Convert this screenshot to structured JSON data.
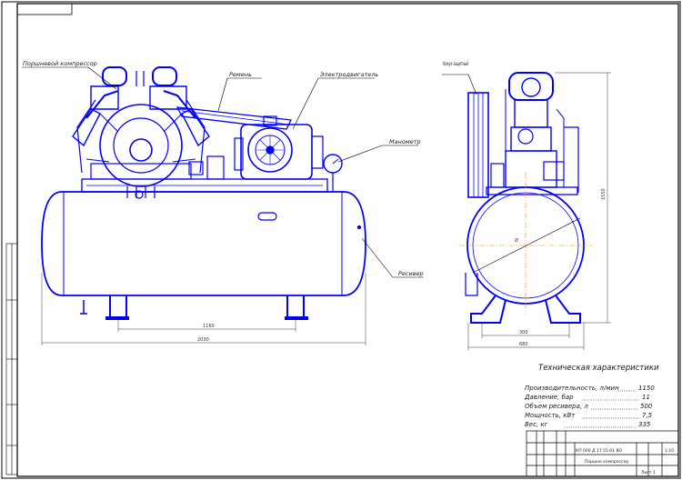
{
  "callouts": {
    "piston_compressor": "Поршневой компрессор",
    "belt": "Ремень",
    "electric_motor": "Электродвигатель",
    "manometer": "Манометр",
    "receiver": "Ресивер",
    "guard_casing": "Кожух защитный"
  },
  "dimensions": {
    "front_support_span": "1160",
    "front_total_length": "2030",
    "side_support_span": "300",
    "side_total_width": "680",
    "side_height": "1550",
    "receiver_diameter": "Ø"
  },
  "specs": {
    "title": "Техническая характеристики",
    "rows": [
      {
        "label": "Производительность, л/мин",
        "value": "1150"
      },
      {
        "label": "Давление, бар",
        "value": "11"
      },
      {
        "label": "Объем ресивера, л",
        "value": "500"
      },
      {
        "label": "Мощность, кВт",
        "value": "7,5"
      },
      {
        "label": "Вес, кг",
        "value": "335"
      }
    ]
  },
  "stamp": {
    "designation": "КП 000 Д 17.55.01 ВО",
    "name": "Поршне компрессор",
    "scale": "1:10",
    "sheet": "Лист 1"
  },
  "colors": {
    "drawing": "#0000ff",
    "frame": "#000000",
    "centerline": "#ff8c00"
  }
}
